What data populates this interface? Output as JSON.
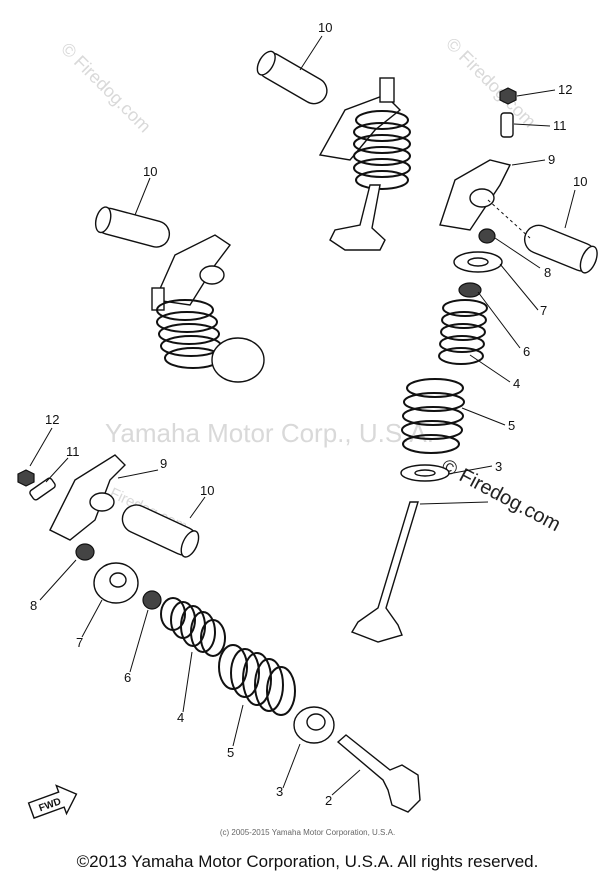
{
  "watermarks": {
    "site_top_left": "© Firedog.com",
    "site_top_right": "© Firedog.com",
    "site_middle": "© Firedog.com",
    "site_middle_small": "© Firedog.com",
    "company": "Yamaha Motor Corp., U.S.A."
  },
  "callouts": {
    "top_rocker_shaft": "10",
    "upper_left_rocker_shaft": "10",
    "right_rocker_shaft": "10",
    "right_nut": "12",
    "right_adjuster": "11",
    "right_rocker_arm": "9",
    "right_cotter": "8",
    "right_retainer": "7",
    "right_seat": "6",
    "right_inner_spring": "4",
    "right_outer_spring": "5",
    "right_spring_seat": "3",
    "left_nut": "12",
    "left_adjuster": "11",
    "left_rocker_arm": "9",
    "left_rocker_shaft": "10",
    "left_cotter": "8",
    "left_retainer": "7",
    "left_seat": "6",
    "left_inner_spring": "4",
    "left_outer_spring": "5",
    "left_spring_seat": "3",
    "valve": "2"
  },
  "fwd_label": "FWD",
  "copyright_small": "(c) 2005-2015 Yamaha Motor Corporation, U.S.A.",
  "copyright": "©2013 Yamaha Motor Corporation, U.S.A. All rights reserved."
}
